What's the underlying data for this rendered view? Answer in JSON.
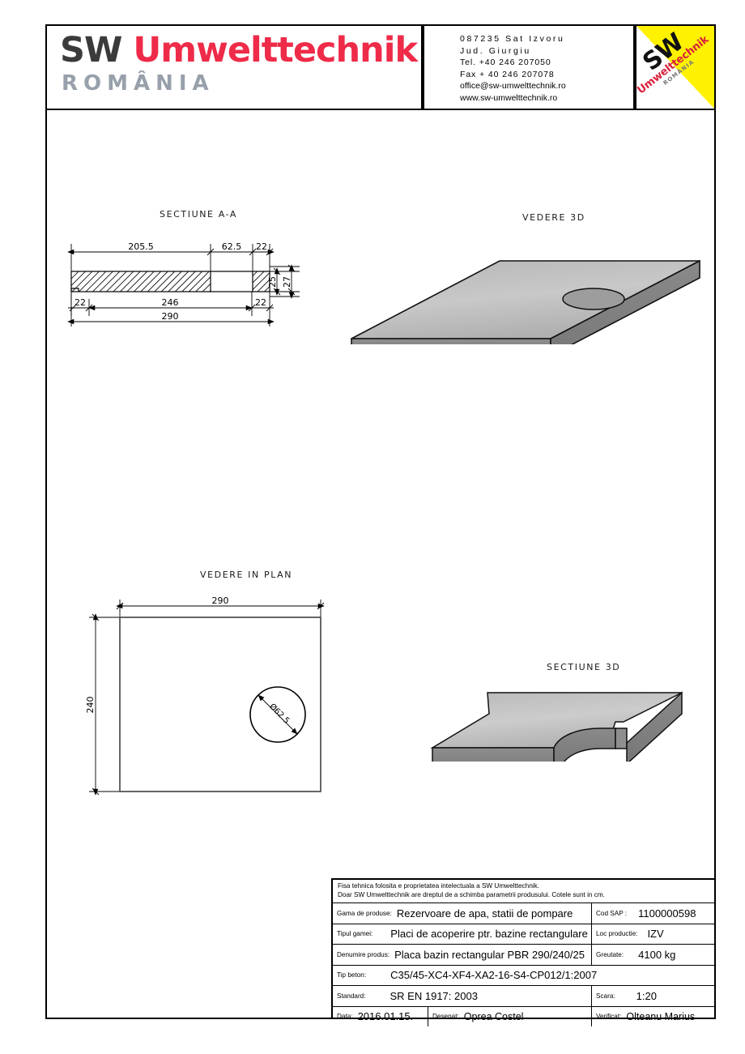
{
  "header": {
    "brand": {
      "sw": "SW",
      "umwelttechnik": "Umwelttechnik",
      "country": "ROMÂNIA"
    },
    "address": {
      "line1": "087235 Sat Izvoru",
      "line2": "Jud.   Giurgiu",
      "line3": "Tel. +40 246 207050",
      "line4": "Fax + 40 246 207078",
      "line5": "office@sw-umwelttechnik.ro",
      "line6": "www.sw-umwelttechnik.ro"
    },
    "logo": {
      "sw": "SW",
      "umwelttechnik": "Umwelttechnik",
      "country": "ROMÂNIA",
      "background_color": "#fff200"
    }
  },
  "views": {
    "section_aa": {
      "title": "SECTIUNE A-A"
    },
    "view_3d": {
      "title": "VEDERE 3D"
    },
    "plan": {
      "title": "VEDERE IN PLAN"
    },
    "section_3d": {
      "title": "SECTIUNE 3D"
    }
  },
  "chart_data": {
    "type": "table",
    "title": "Placa bazin rectangular PBR 290/240/25",
    "units": "cm",
    "section_aa_dimensions": {
      "top_chain": [
        {
          "label": "205.5",
          "value": 205.5
        },
        {
          "label": "62.5",
          "value": 62.5
        },
        {
          "label": "22",
          "value": 22
        }
      ],
      "thickness": [
        {
          "label": "25",
          "value": 25
        },
        {
          "label": "27",
          "value": 27
        }
      ],
      "bottom_chain": [
        {
          "label": "22",
          "value": 22
        },
        {
          "label": "246",
          "value": 246
        },
        {
          "label": "22",
          "value": 22
        }
      ],
      "overall": {
        "label": "290",
        "value": 290
      }
    },
    "plan_dimensions": {
      "width": {
        "label": "290",
        "value": 290
      },
      "height": {
        "label": "240",
        "value": 240
      },
      "hole_diameter": {
        "label": "Ø62.5",
        "value": 62.5
      }
    }
  },
  "dimensions": {
    "d_205_5": "205.5",
    "d_62_5": "62.5",
    "d_22_top": "22",
    "d_25": "25",
    "d_27": "27",
    "d_22_left": "22",
    "d_246": "246",
    "d_22_right": "22",
    "d_290": "290",
    "plan_290": "290",
    "plan_240": "240",
    "hole_dia": "Ø62.5"
  },
  "title_block": {
    "note_line1": "Fisa tehnica folosita e proprietatea intelectuala a SW Umwelttechnik.",
    "note_line2": "Doar SW Umwelttechnik are dreptul de a schimba parametrii produsului. Cotele sunt in cm.",
    "rows": {
      "gama_label": "Gama de produse:",
      "gama_value": "Rezervoare de apa, statii de pompare",
      "cod_sap_label": "Cod SAP :",
      "cod_sap_value": "1100000598",
      "tipul_label": "Tipul gamei:",
      "tipul_value": "Placi de acoperire ptr. bazine rectangulare",
      "loc_label": "Loc productie:",
      "loc_value": "IZV",
      "denumire_label": "Denumire produs:",
      "denumire_value": "Placa bazin rectangular PBR 290/240/25",
      "greutate_label": "Greutate:",
      "greutate_value": "4100 kg",
      "beton_label": "Tip beton:",
      "beton_value": "C35/45-XC4-XF4-XA2-16-S4-CP012/1:2007",
      "standard_label": "Standard:",
      "standard_value": "SR EN 1917: 2003",
      "scara_label": "Scara:",
      "scara_value": "1:20",
      "data_label": "Data:",
      "data_value": "2016.01.15.",
      "desenat_label": "Desenat:",
      "desenat_value": "Oprea Costel",
      "verificat_label": "Verificat:",
      "verificat_value": "Olteanu Marius"
    }
  }
}
